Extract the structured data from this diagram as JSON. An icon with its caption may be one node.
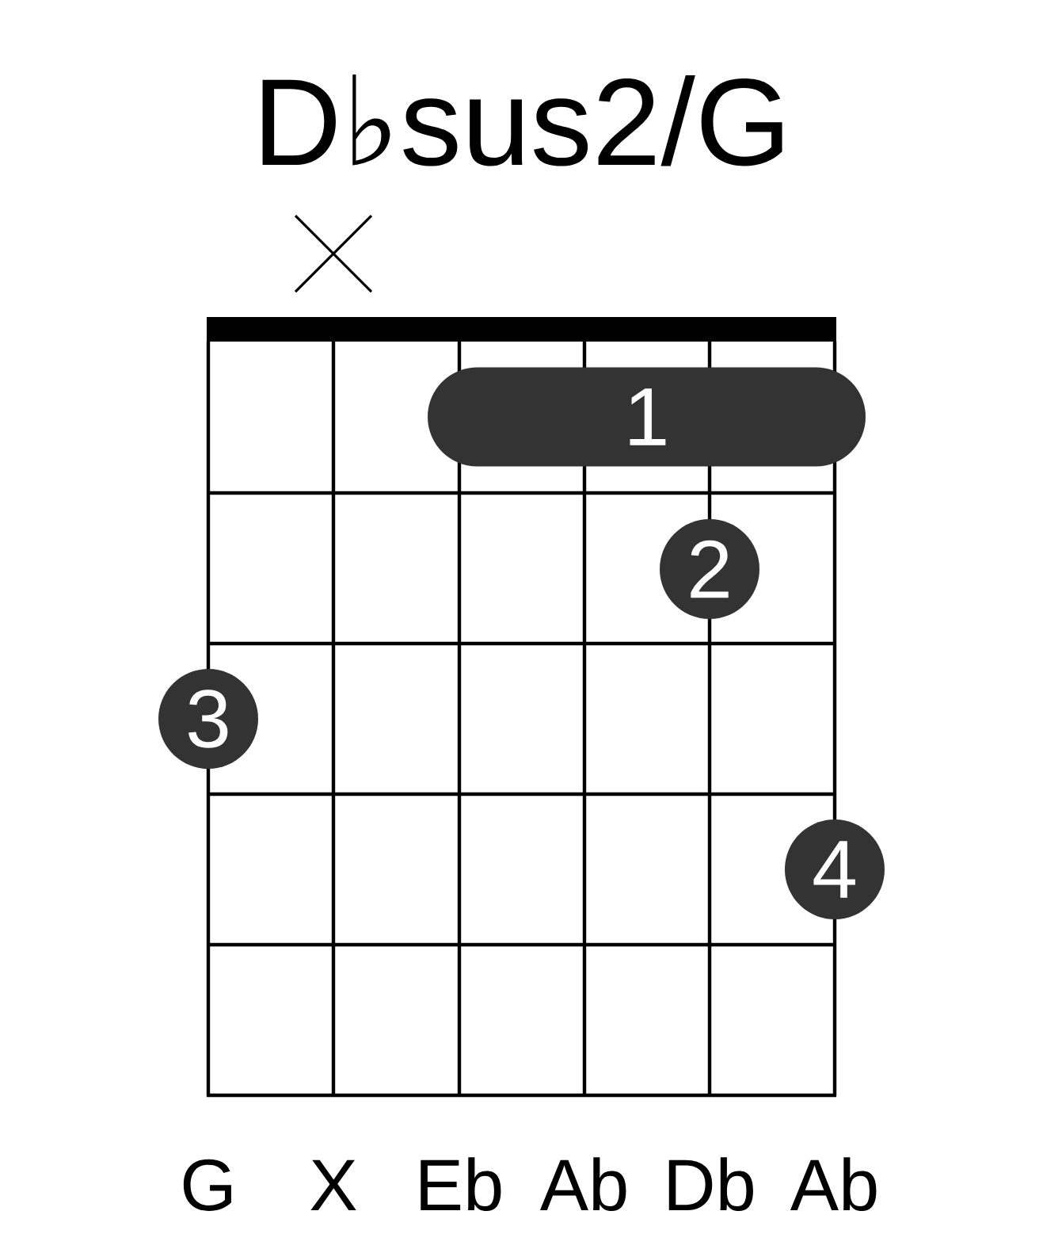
{
  "diagram": {
    "title": "D♭sus2/G",
    "nodes": [
      {
        "text": [
          "1"
        ]
      },
      {
        "text": [
          "2"
        ]
      },
      {
        "text": [
          "3"
        ]
      },
      {
        "text": [
          "4"
        ]
      }
    ],
    "labels": [
      "G",
      "X",
      "Eb",
      "Ab",
      "Db",
      "Ab"
    ]
  }
}
